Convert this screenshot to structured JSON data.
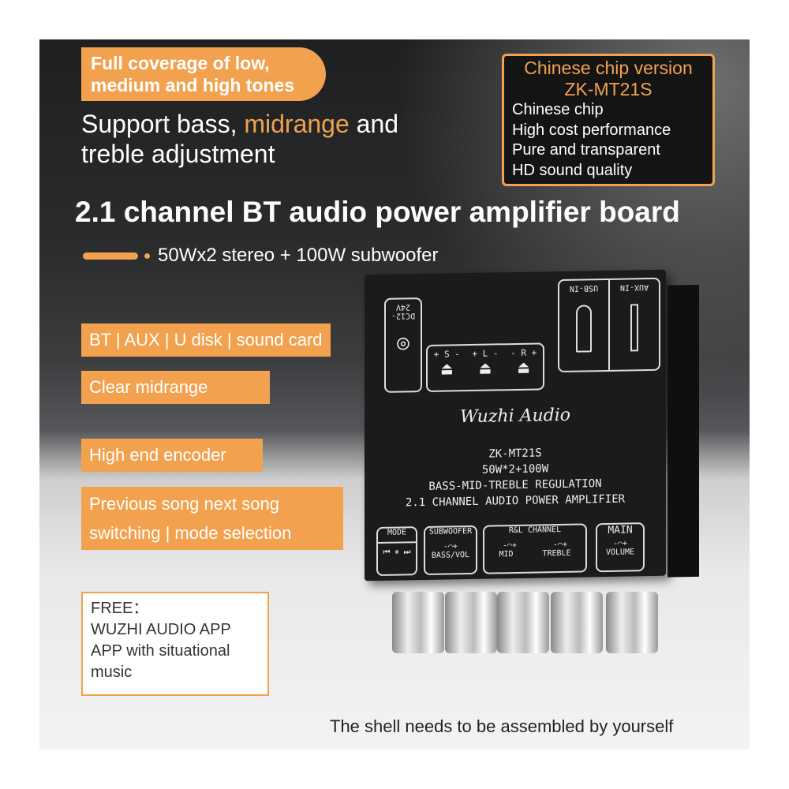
{
  "pill": {
    "line1": "Full coverage of low,",
    "line2": "medium and high tones"
  },
  "support": {
    "part1": "Support bass, ",
    "highlight": "midrange",
    "part2": " and",
    "line2": "treble adjustment"
  },
  "chip_box": {
    "title1": "Chinese chip version",
    "title2": "ZK-MT21S",
    "lines": [
      "Chinese chip",
      "High cost performance",
      "Pure and transparent",
      "HD sound quality"
    ]
  },
  "headline": "2.1 channel BT audio power amplifier board",
  "subline": "50Wx2 stereo + 100W subwoofer",
  "features": [
    "BT | AUX | U disk | sound card",
    "Clear midrange",
    "High end encoder",
    "Previous song next song",
    "switching | mode selection"
  ],
  "free_box": {
    "label": "FREE：",
    "lines": [
      "WUZHI AUDIO APP",
      "APP with situational",
      "music"
    ]
  },
  "footer_note": "The shell needs to be assembled by yourself",
  "board": {
    "power": "DC12-24V",
    "speakers": [
      "+ S -",
      "+ L -",
      "- R +"
    ],
    "usb": "USB-IN",
    "aux": "AUX-IN",
    "brand": "Wuzhi Audio",
    "model": "ZK-MT21S",
    "power_rating": "50W*2+100W",
    "line3": "BASS-MID-TREBLE REGULATION",
    "line4": "2.1 CHANNEL AUDIO POWER AMPLIFIER",
    "controls": {
      "mode": "MODE",
      "mode_sub": "⏮ ⏸ ⏭",
      "subwoofer": "SUBWOOFER",
      "subwoofer_sub": "BASS/VOL",
      "rl": "R&L CHANNEL",
      "mid": "MID",
      "treble": "TREBLE",
      "main": "MAIN",
      "volume": "VOLUME"
    }
  },
  "colors": {
    "accent": "#f2a24e"
  }
}
